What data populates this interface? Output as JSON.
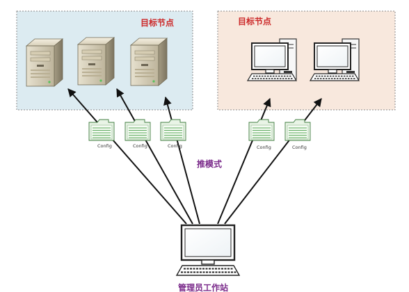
{
  "colors": {
    "title_red": "#cc2a2a",
    "label_purple": "#7a2a8a",
    "left_group_fill": "#dcebf1",
    "right_group_fill": "#f8e8dd",
    "group_border": "#8a8a8a",
    "arrow": "#111111",
    "folder_fill": "#e9f4e6",
    "folder_lines": "#5aa85a"
  },
  "groups": {
    "left": {
      "title": "目标节点",
      "icon": "server-icon"
    },
    "right": {
      "title": "目标节点",
      "icon": "desktop-computer-icon"
    }
  },
  "config_files": [
    {
      "label": "Config"
    },
    {
      "label": "Config"
    },
    {
      "label": "Config"
    },
    {
      "label": "Config"
    },
    {
      "label": "Config"
    }
  ],
  "push_mode_label": "推模式",
  "admin": {
    "label": "管理员工作站",
    "icon": "workstation-icon"
  }
}
